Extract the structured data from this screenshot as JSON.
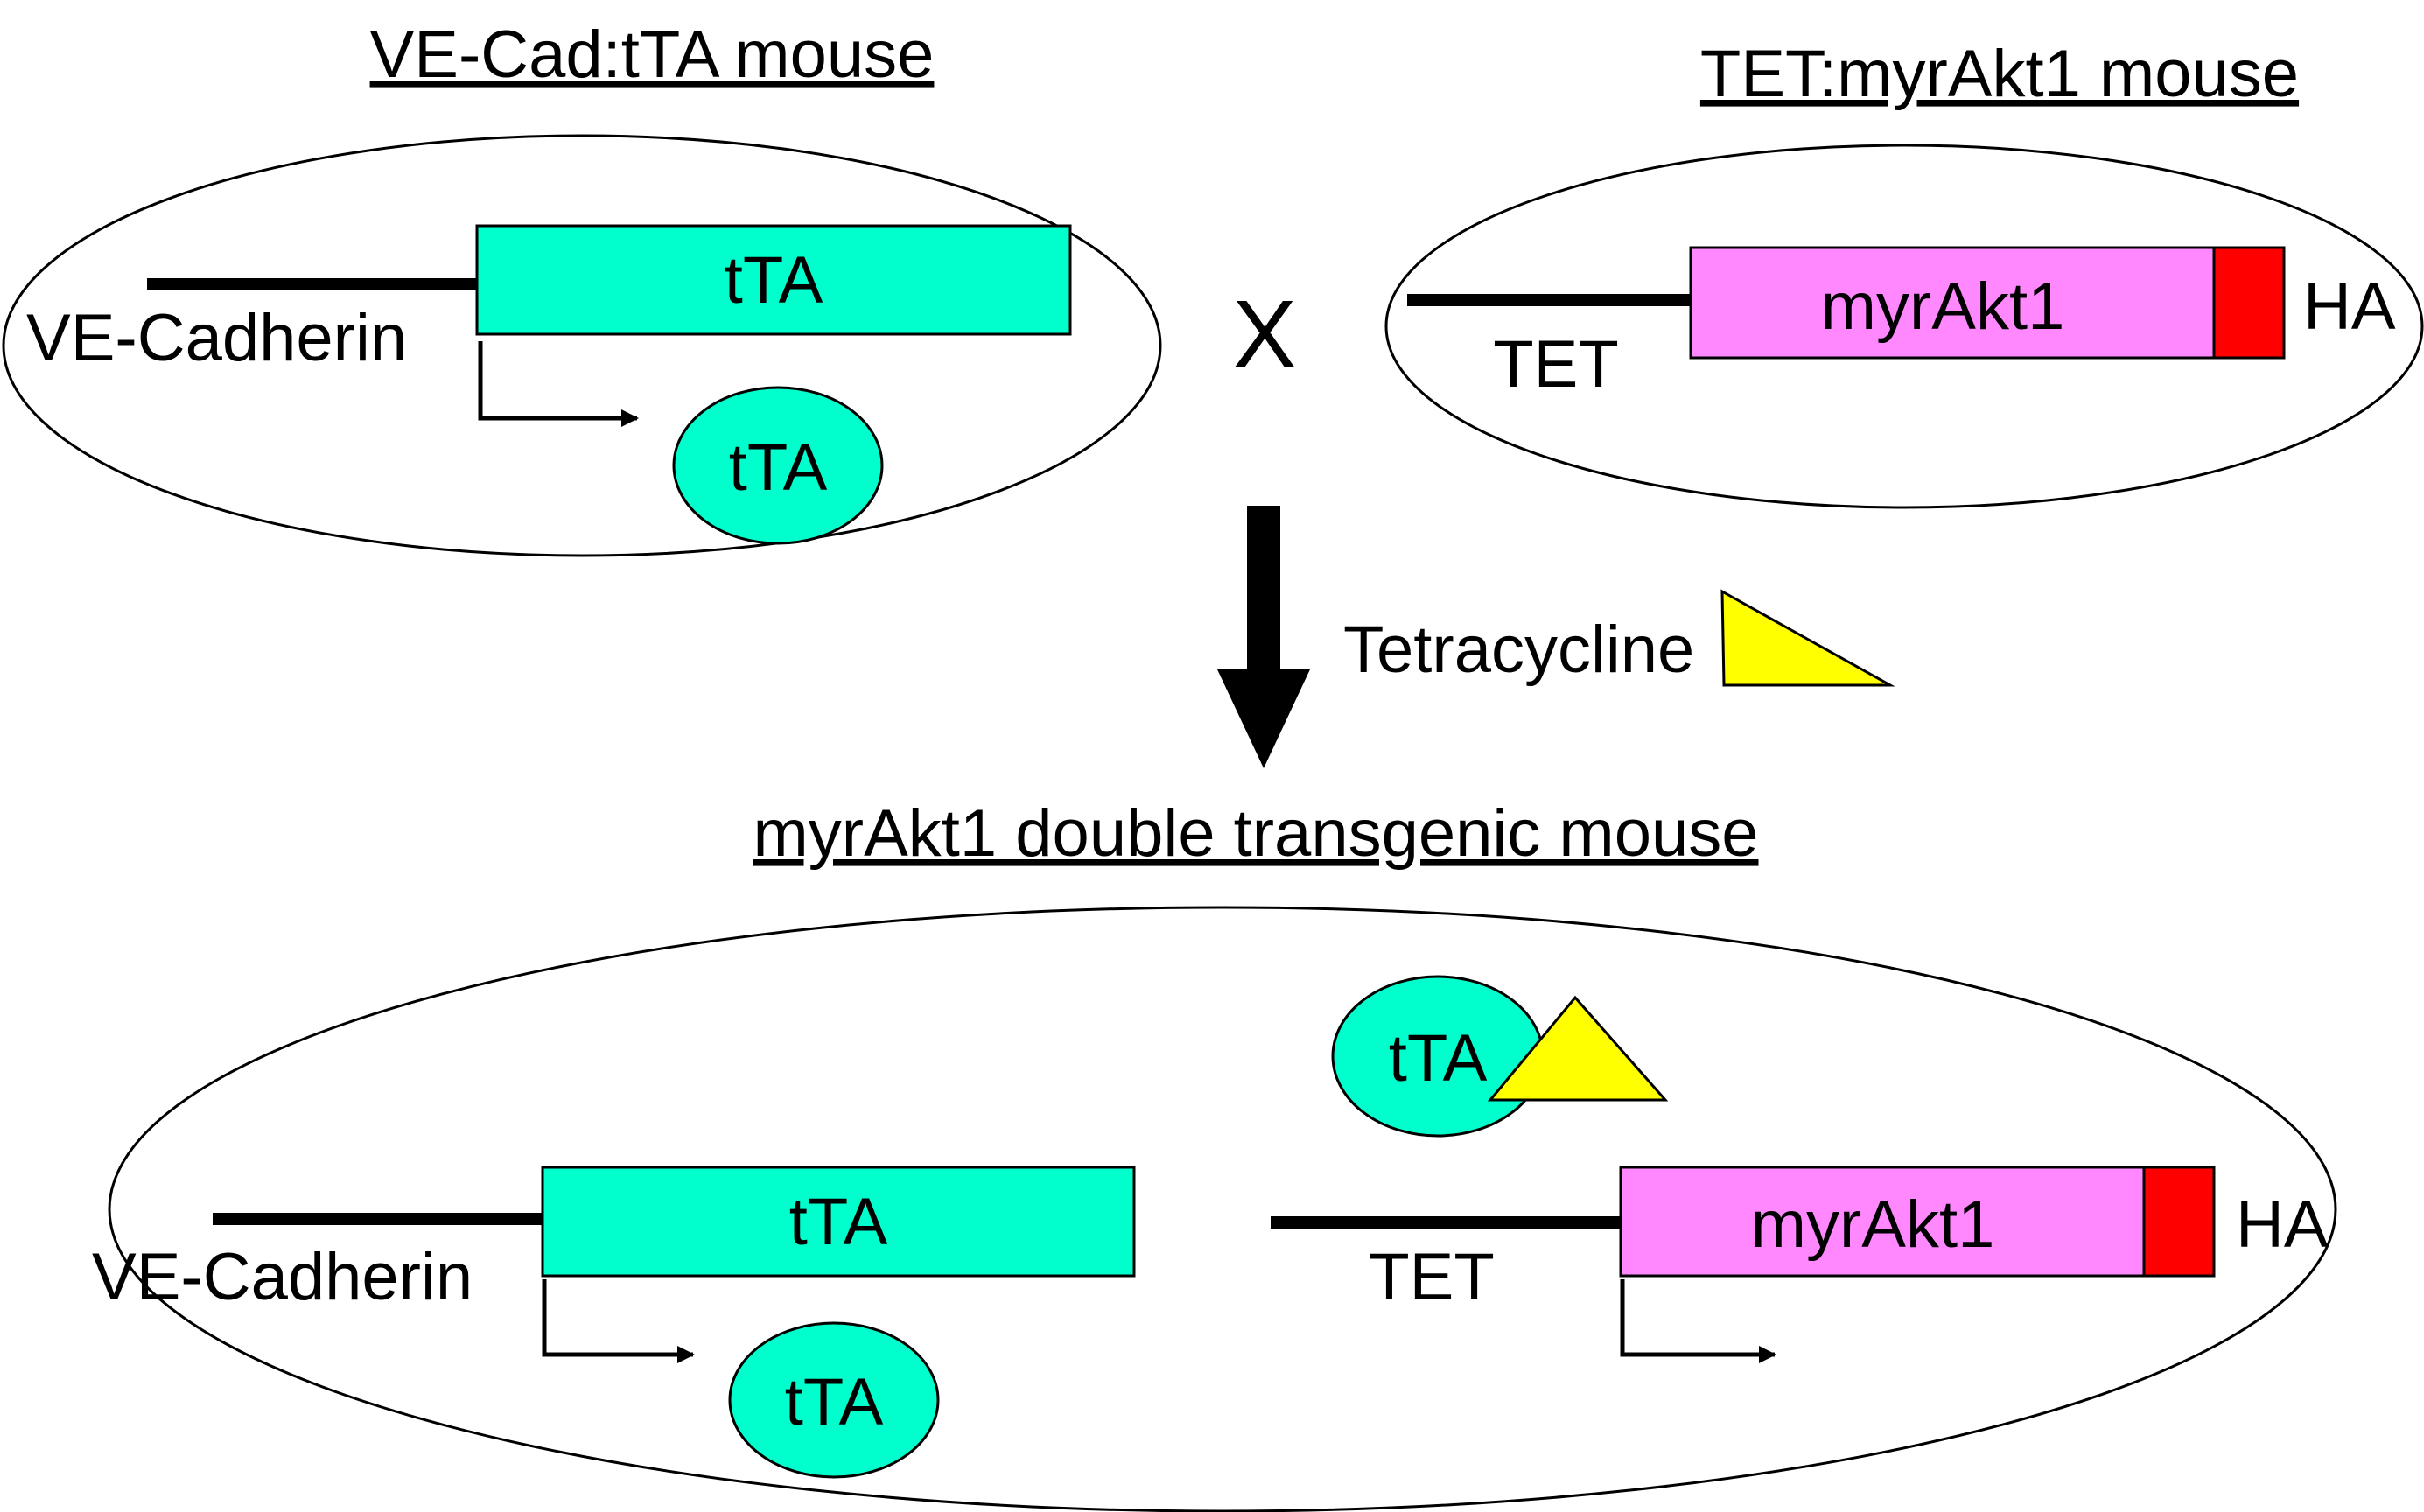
{
  "panels": {
    "ve_cad_tta": {
      "title": "VE-Cad:tTA mouse",
      "promoter_label": "VE-Cadherin",
      "gene_label": "tTA",
      "protein_label": "tTA"
    },
    "tet_myrakt1": {
      "title": "TET:myrAkt1 mouse",
      "promoter_label": "TET",
      "gene_label": "myrAkt1",
      "tag_label": "HA"
    },
    "cross_symbol": "X",
    "treatment_label": "Tetracycline",
    "double_transgenic": {
      "title": "myrAkt1 double transgenic mouse",
      "promoter1_label": "VE-Cadherin",
      "gene1_label": "tTA",
      "protein_label": "tTA",
      "bound_protein_label": "tTA",
      "promoter2_label": "TET",
      "gene2_label": "myrAkt1",
      "tag_label": "HA"
    }
  },
  "colors": {
    "tta": "#00ffcc",
    "myrakt1": "#ff88ff",
    "ha_tag": "#ff0000",
    "tetracycline": "#ffff00",
    "outline": "#000000"
  }
}
